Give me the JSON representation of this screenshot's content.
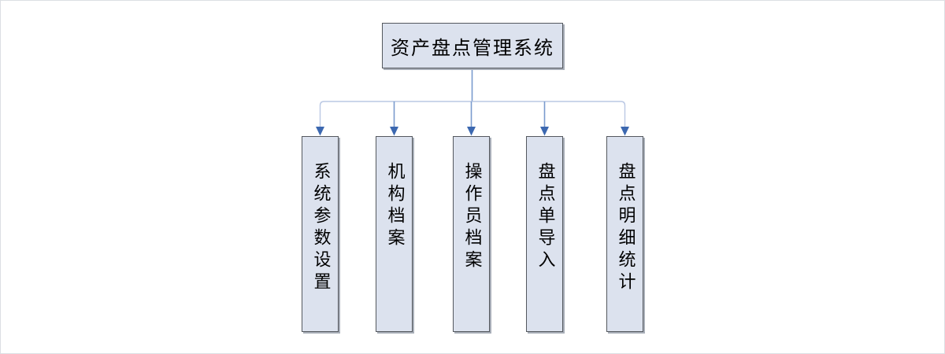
{
  "diagram": {
    "root": {
      "label": "资产盘点管理系统"
    },
    "children": [
      {
        "label": "系统参数设置"
      },
      {
        "label": "机构档案"
      },
      {
        "label": "操作员档案"
      },
      {
        "label": "盘点单导入"
      },
      {
        "label": "盘点明细统计"
      }
    ],
    "colors": {
      "box_fill": "#dce2ee",
      "box_border": "#54585e",
      "box_shadow": "#a8aeb8",
      "connector_light": "#bac8e4",
      "connector_medium": "#7a9bce",
      "arrow": "#3c68b0",
      "canvas_border": "#dcdfe3"
    }
  }
}
